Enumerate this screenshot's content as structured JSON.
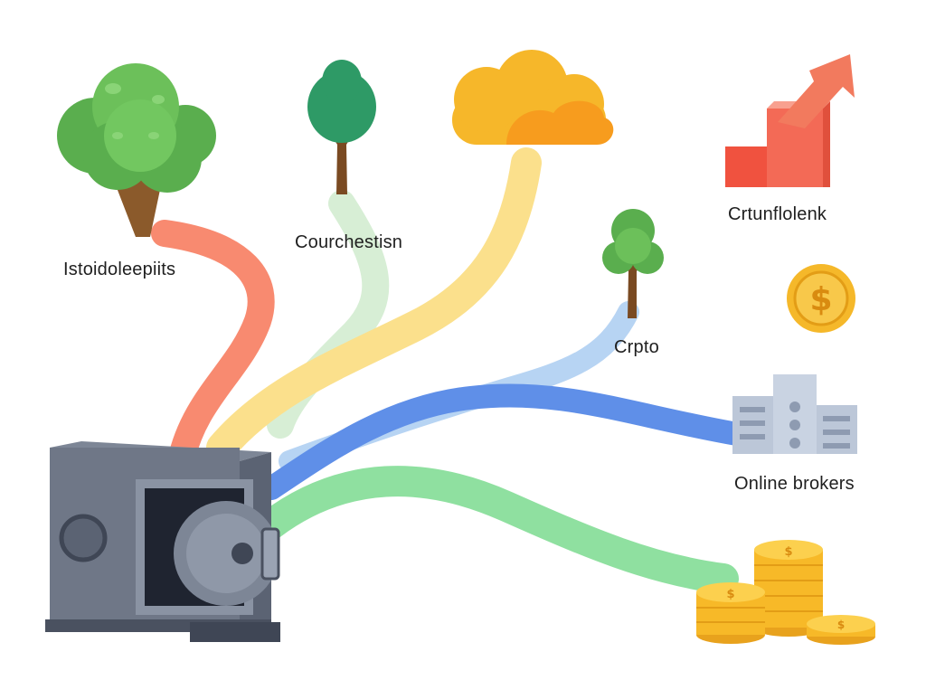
{
  "labels": {
    "label_1": "Istoidoleepiits",
    "label_2": "Courchestisn",
    "label_3": "Crtunflolenk",
    "label_4": "Crpto",
    "label_5": "Online brokers"
  },
  "icons": [
    "tree-icon",
    "tree-icon",
    "cloud-icon",
    "growth-chart-icon",
    "tree-icon",
    "dollar-coin-icon",
    "buildings-icon",
    "coin-stacks-icon",
    "safe-icon"
  ],
  "colors": {
    "stream_orange": "#f88a70",
    "stream_light_green": "#d7eed5",
    "stream_yellow": "#fbe08c",
    "stream_light_blue": "#b7d4f3",
    "stream_blue": "#5f8fe8",
    "stream_green": "#8fe0a0",
    "safe_gray": "#6f7787",
    "gold": "#f7b928"
  }
}
